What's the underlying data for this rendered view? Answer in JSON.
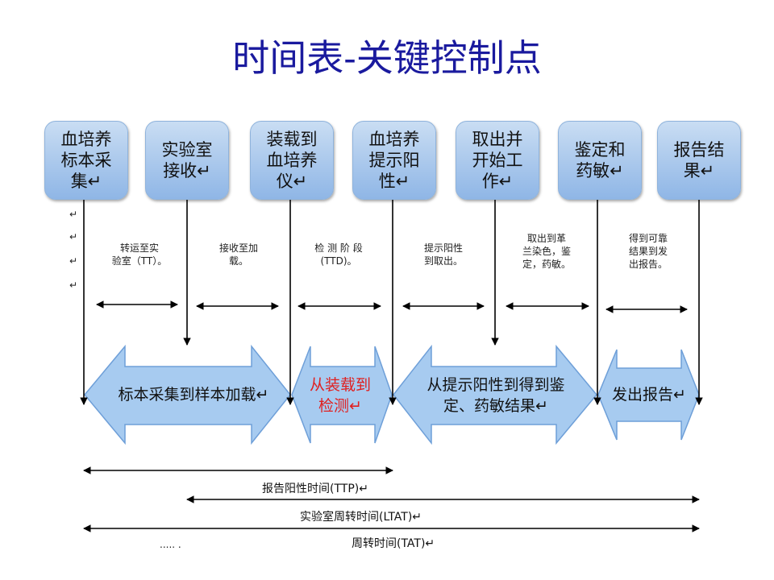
{
  "title": "时间表-关键控制点",
  "nodes": [
    {
      "label": "血培养\n标本采\n集↵"
    },
    {
      "label": "实验室\n接收↵"
    },
    {
      "label": "装载到\n血培养\n仪↵"
    },
    {
      "label": "血培养\n提示阳\n性↵"
    },
    {
      "label": "取出并\n开始工\n作↵"
    },
    {
      "label": "鉴定和\n药敏↵"
    },
    {
      "label": "报告结\n果↵"
    }
  ],
  "interval_notes": [
    "转运至实\n验室（TT）。",
    "接收至加\n载。",
    "检 测 阶 段\n(TTD)。",
    "提示阳性\n到取出。",
    "取出到革\n兰染色，鉴\n定，药敏。",
    "得到可靠\n结果到发\n出报告。"
  ],
  "left_marks": [
    "↵",
    "↵",
    "↵",
    "↵"
  ],
  "phases": [
    {
      "label": "标本采集到样本加载↵",
      "color": "#111111"
    },
    {
      "label": "从装载到\n检测↵",
      "color": "#e02020"
    },
    {
      "label": "从提示阳性到得到鉴\n定、药敏结果↵",
      "color": "#111111"
    },
    {
      "label": "发出报告↵",
      "color": "#111111"
    }
  ],
  "durations": [
    {
      "label": "报告阳性时间(TTP)↵"
    },
    {
      "label": "实验室周转时间(LTAT)↵"
    },
    {
      "label": "周转时间(TAT)↵"
    }
  ],
  "footnote": "..... .",
  "colors": {
    "title": "#1a1a9e",
    "node_fill": "#a9c8ec",
    "phase_fill": "#a7cbf0",
    "phase_stroke": "#6e9fd8",
    "line": "#000000"
  }
}
